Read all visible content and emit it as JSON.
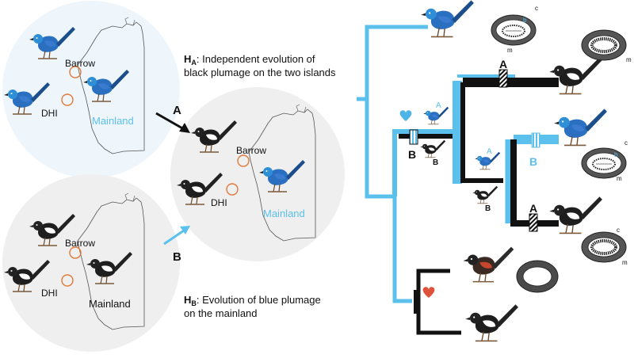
{
  "maps": {
    "top": {
      "barrow": "Barrow",
      "dhi": "DHI",
      "mainland": "Mainland"
    },
    "center": {
      "barrow": "Barrow",
      "dhi": "DHI",
      "mainland": "Mainland"
    },
    "bottom": {
      "barrow": "Barrow",
      "dhi": "DHI",
      "mainland": "Mainland"
    }
  },
  "hypotheses": {
    "a": {
      "symbol": "H",
      "subscript": "A",
      "line1": ": Independent evolution of",
      "line2": "black plumage on the two islands"
    },
    "b": {
      "symbol": "H",
      "subscript": "B",
      "line1": ": Evolution of blue plumage",
      "line2": "on the mainland"
    }
  },
  "arrows": {
    "a_label": "A",
    "b_label": "B"
  },
  "tree": {
    "event_labels": {
      "a_upper": "A",
      "a_lower": "A",
      "b_trunk": "B",
      "b_blue": "B"
    },
    "bird_labels": {
      "blue_a": "A",
      "black_b": "B",
      "blue_a2": "A",
      "black_b2": "B"
    },
    "section_labels": {
      "c": "c",
      "m": "m",
      "b": "b"
    }
  },
  "colors": {
    "blue_lineage": "#5bc0eb",
    "black_lineage": "#111111",
    "heart_blue": "#4eb3e6",
    "heart_red": "#e0513c",
    "circle_blue": "#eef6fc",
    "circle_grey": "#efefef",
    "fairy_blue": "#2a6fc0"
  }
}
